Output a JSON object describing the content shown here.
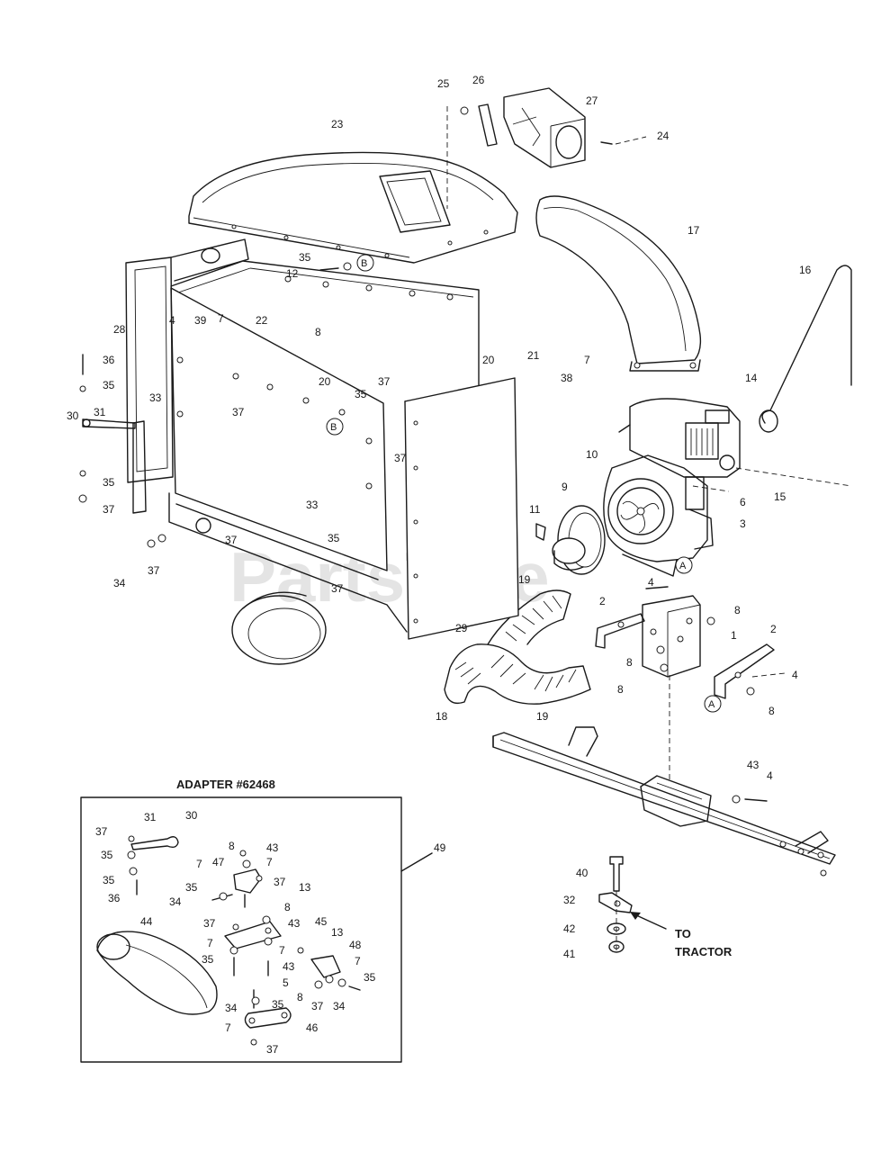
{
  "watermark": "PartsTree",
  "adapter": {
    "title": "ADAPTER #62468",
    "ref": "49"
  },
  "tractor": {
    "line1": "TO",
    "line2": "TRACTOR"
  },
  "markers": {
    "a": "A",
    "b": "B"
  },
  "callouts": {
    "c1": "1",
    "c2a": "2",
    "c2b": "2",
    "c3": "3",
    "c4a": "4",
    "c4b": "4",
    "c4c": "4",
    "c4d": "4",
    "c6": "6",
    "c7a": "7",
    "c7b": "7",
    "c8a": "8",
    "c8b": "8",
    "c8c": "8",
    "c8d": "8",
    "c8e": "8",
    "c9": "9",
    "c10": "10",
    "c11": "11",
    "c12": "12",
    "c14": "14",
    "c15": "15",
    "c16": "16",
    "c17": "17",
    "c18": "18",
    "c19a": "19",
    "c19b": "19",
    "c20a": "20",
    "c20b": "20",
    "c21": "21",
    "c22": "22",
    "c23": "23",
    "c24": "24",
    "c25": "25",
    "c26": "26",
    "c27": "27",
    "c28": "28",
    "c29": "29",
    "c30": "30",
    "c31": "31",
    "c32": "32",
    "c33a": "33",
    "c33b": "33",
    "c34a": "34",
    "c35a": "35",
    "c35b": "35",
    "c35c": "35",
    "c35d": "35",
    "c35e": "35",
    "c36": "36",
    "c37a": "37",
    "c37b": "37",
    "c37c": "37",
    "c37d": "37",
    "c37e": "37",
    "c37f": "37",
    "c37g": "37",
    "c38": "38",
    "c39": "39",
    "c40": "40",
    "c41": "41",
    "c42": "42",
    "c43": "43"
  },
  "adapter_callouts": {
    "a37a": "37",
    "a31": "31",
    "a30": "30",
    "a35a": "35",
    "a35b": "35",
    "a36": "36",
    "a8a": "8",
    "a43a": "43",
    "a7a": "7",
    "a47": "47",
    "a7b": "7",
    "a37b": "37",
    "a35c": "35",
    "a34a": "34",
    "a13a": "13",
    "a8b": "8",
    "a43b": "43",
    "a45": "45",
    "a37c": "37",
    "a44": "44",
    "a7c": "7",
    "a35d": "35",
    "a13b": "13",
    "a48": "48",
    "a7d": "7",
    "a43c": "43",
    "a5": "5",
    "a7e": "7",
    "a35e": "35",
    "a8c": "8",
    "a37d": "37",
    "a34b": "34",
    "a34c": "34",
    "a35f": "35",
    "a7f": "7",
    "a46": "46",
    "a37e": "37"
  }
}
